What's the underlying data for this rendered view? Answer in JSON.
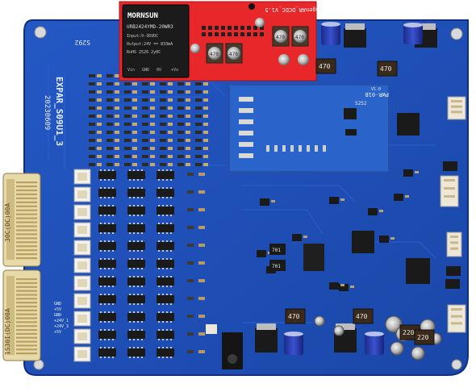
{
  "board": {
    "silkscreen_model": "EXPAR_S09U1_3",
    "silkscreen_date": "20230609",
    "silkscreen_top": "S292",
    "connector_left_top": "30C(DC)00A",
    "connector_left_bottom": "1S30I(DC)00A",
    "pin_labels": [
      "GND",
      "+5V",
      "GND",
      "+24V_1",
      "+24V_3",
      "+5V"
    ],
    "cap_values": [
      "470",
      "470",
      "470",
      "470",
      "220",
      "220"
    ],
    "inductor_labels": [
      "701",
      "701"
    ],
    "colors": {
      "pcb": "#1f50b8",
      "pcb_dark": "#143e97",
      "red_module": "#e8272a",
      "silk": "#e6eefc"
    }
  },
  "dcdc_module": {
    "brand": "MORNSUN",
    "part": "URB2424YMD-20WR3",
    "input": "Input:9-36VDC",
    "output": "Output:24V == 833mA",
    "rohs": "RoHS 2526 2y0C",
    "pins": [
      "Vin",
      "GND",
      "0V",
      "+Vo"
    ],
    "pcb_label": "AngenAR_DCDC_V1.5",
    "caps": [
      "470",
      "470",
      "470",
      "470"
    ]
  },
  "daughter_board": {
    "label": "PWR-01B",
    "sub_label": "S252",
    "rev": "V1.0"
  }
}
